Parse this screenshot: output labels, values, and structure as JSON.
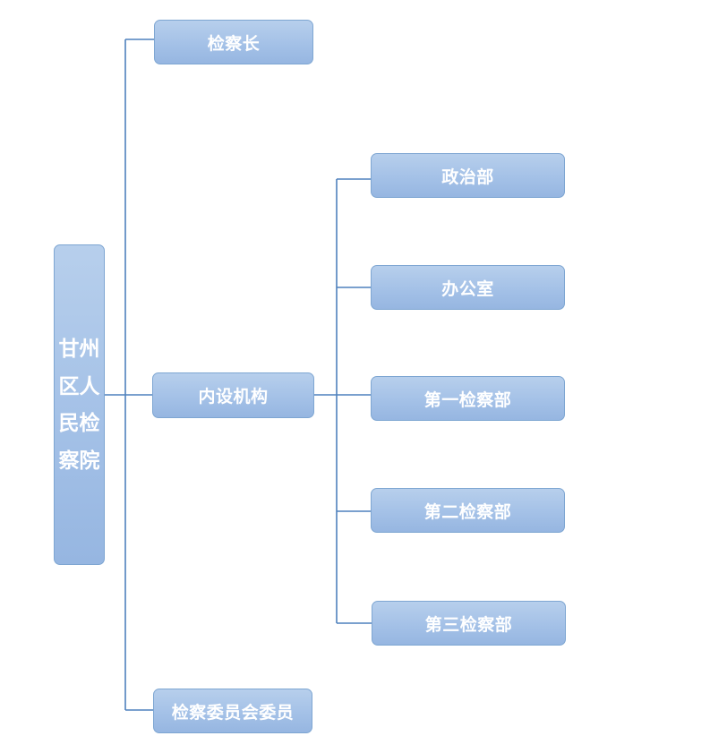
{
  "org_chart": {
    "root": "甘州区人民检察院",
    "level1": {
      "chief": "检察长",
      "internal": "内设机构",
      "committee": "检察委员会委员"
    },
    "departments": [
      "政治部",
      "办公室",
      "第一检察部",
      "第二检察部",
      "第三检察部"
    ]
  },
  "colors": {
    "box_fill": "#a4c1e7",
    "box_border": "#7ea6d2",
    "connector": "#4f81bd",
    "text": "#ffffff"
  }
}
